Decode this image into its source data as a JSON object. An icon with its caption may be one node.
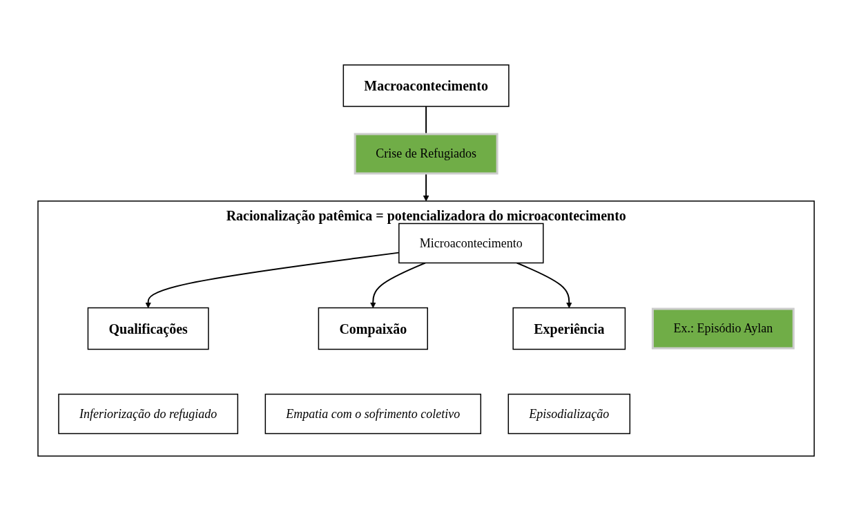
{
  "diagram": {
    "nodes": [
      {
        "text": [
          "Macroacontecimento"
        ]
      },
      {
        "text": [
          "Crise de Refugiados"
        ]
      },
      {
        "text": [
          "Racionalização patêmica = potencializadora do microacontecimento"
        ]
      },
      {
        "text": [
          "Microacontecimento"
        ],
        "in": 2
      },
      {
        "text": [
          "Ex.: Episódio Aylan"
        ],
        "in": 2
      },
      {
        "text": [
          "Qualificações"
        ],
        "in": 2
      },
      {
        "text": [
          "Inferiorização do refugiado"
        ],
        "in": 2
      },
      {
        "text": [
          "Compaixão"
        ],
        "in": 2
      },
      {
        "text": [
          "Empatia com o sofrimento coletivo"
        ],
        "in": 2
      },
      {
        "text": [
          "Experiência"
        ],
        "in": 2
      },
      {
        "text": [
          "Episodialização"
        ],
        "in": 2
      }
    ],
    "edges": [
      {
        "from": 0,
        "to": 1,
        "arrow": "none"
      },
      {
        "from": 1,
        "to": 2,
        "arrow": "to"
      },
      {
        "from": 3,
        "to": 5,
        "arrow": "to"
      },
      {
        "from": 3,
        "to": 7,
        "arrow": "to"
      },
      {
        "from": 3,
        "to": 9,
        "arrow": "to"
      }
    ]
  }
}
